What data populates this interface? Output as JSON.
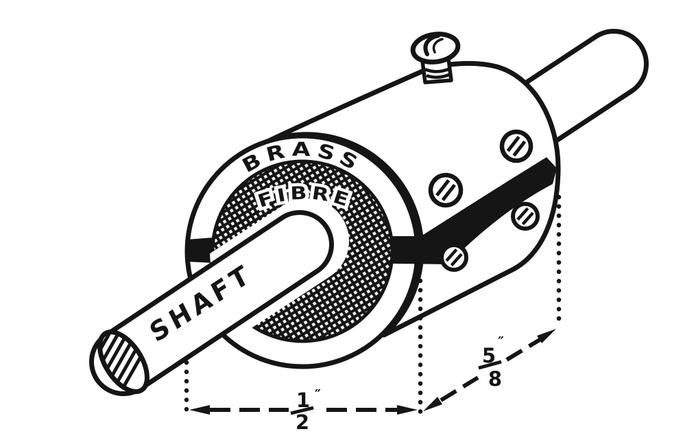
{
  "figure_type": "technical-line-drawing",
  "subject": "shaft-mounted brass and fibre commutator with dimension callouts",
  "colors": {
    "ink": "#151515",
    "paper": "#ffffff"
  },
  "labels": {
    "outer_ring": "BRASS",
    "core": "FIBRE",
    "shaft": "SHAFT"
  },
  "dimensions": {
    "face_width": {
      "numerator": "1",
      "denominator": "2",
      "unit_mark": "″"
    },
    "end_offset": {
      "numerator": "5",
      "denominator": "8",
      "unit_mark": "″"
    }
  }
}
